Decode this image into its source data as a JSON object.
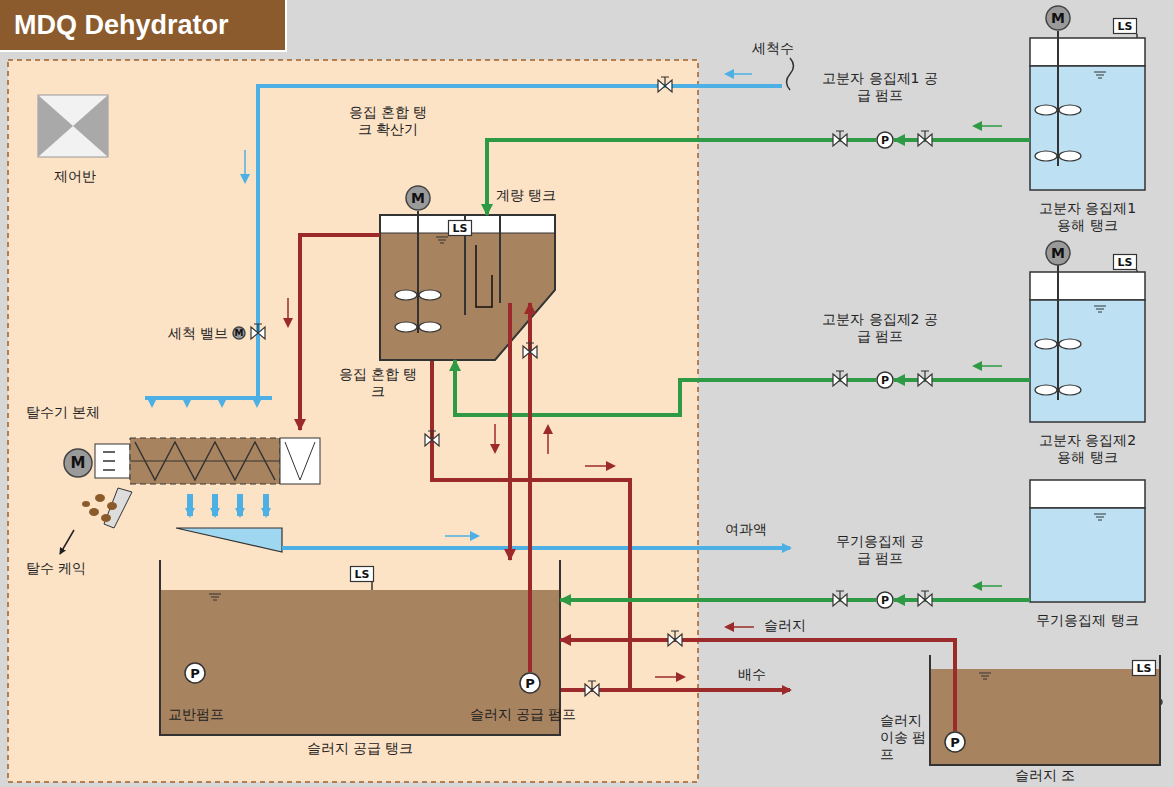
{
  "diagram": {
    "title": "MDQ Dehydrator",
    "nodes": [
      {
        "text": [
          "제어반"
        ]
      },
      {
        "text": [
          "응집 혼합 탱크"
        ]
      },
      {
        "text": [
          "계량 탱크"
        ],
        "in": 1
      },
      {
        "text": [
          "탈수기 본체"
        ]
      },
      {
        "text": [
          "슬러지 공급 탱크"
        ]
      },
      {
        "text": [
          "고분자 응집제1 용해 탱크"
        ]
      },
      {
        "text": [
          "고분자 응집제2 용해 탱크"
        ]
      },
      {
        "text": [
          "무기응집제 탱크"
        ]
      },
      {
        "text": [
          "슬러지 조"
        ]
      },
      {
        "text": [
          "고분자 응집제1 공급 펌프",
          "P"
        ]
      },
      {
        "text": [
          "고분자 응집제2 공급 펌프",
          "P"
        ]
      },
      {
        "text": [
          "무기응집제 공급 펌프",
          "P"
        ]
      },
      {
        "text": [
          "슬러지 이송 펌프",
          "P"
        ],
        "in": 8
      },
      {
        "text": [
          "슬러지 공급 펌프",
          "P"
        ],
        "in": 4
      },
      {
        "text": [
          "교반펌프",
          "P"
        ],
        "in": 4
      },
      {
        "text": [
          "응집 혼합 탱크 확산기",
          "M"
        ]
      },
      {
        "text": [
          "M"
        ]
      },
      {
        "text": [
          "M"
        ]
      },
      {
        "text": [
          "M"
        ]
      },
      {
        "text": [
          "세척 밸브",
          "M"
        ]
      },
      {
        "text": [
          "LS"
        ],
        "in": 1
      },
      {
        "text": [
          "LS"
        ]
      },
      {
        "text": [
          "LS"
        ]
      },
      {
        "text": [
          "LS"
        ],
        "in": 4
      },
      {
        "text": [
          "LS"
        ],
        "in": 8
      }
    ],
    "edges": [
      {
        "from": 5,
        "to": 9,
        "arrow": "to"
      },
      {
        "from": 9,
        "to": 1,
        "arrow": "to"
      },
      {
        "from": 6,
        "to": 10,
        "arrow": "to"
      },
      {
        "from": 10,
        "to": 1,
        "arrow": "to"
      },
      {
        "from": 7,
        "to": 11,
        "arrow": "to"
      },
      {
        "from": 11,
        "to": 4,
        "arrow": "to"
      },
      {
        "from": 12,
        "to": 4,
        "label": "슬러지",
        "arrow": "to"
      },
      {
        "from": 13,
        "to": 2,
        "arrow": "to"
      },
      {
        "from": 2,
        "to": 4,
        "arrow": "to"
      },
      {
        "from": 1,
        "to": 3,
        "arrow": "to"
      }
    ],
    "labels": [
      "세척수",
      "여과액",
      "배수",
      "탈수 케익"
    ]
  }
}
